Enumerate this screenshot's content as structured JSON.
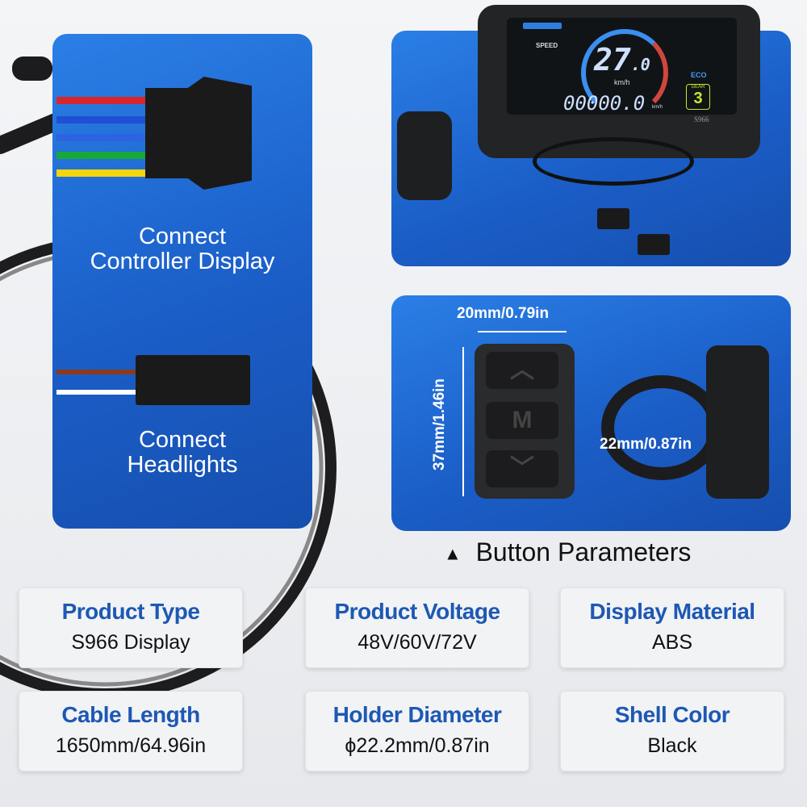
{
  "left_panel": {
    "connector1_label_line1": "Connect",
    "connector1_label_line2": "Controller Display",
    "connector2_label_line1": "Connect",
    "connector2_label_line2": "Headlights"
  },
  "display": {
    "speed_label": "SPEED",
    "speed_value": "27",
    "speed_decimal": ".0",
    "speed_unit": "km/h",
    "mode": "ECO",
    "gear_label": "GEAR",
    "gear_value": "3",
    "odometer": "00000.0",
    "odometer_unit": "km/h",
    "model": "S966"
  },
  "button_pad": {
    "width_dim": "20mm/0.79in",
    "height_dim": "37mm/1.46in",
    "clamp_dim": "22mm/0.87in",
    "m_label": "M"
  },
  "caption": {
    "icon": "triangle-up-icon",
    "text": "Button Parameters"
  },
  "specs": [
    {
      "title": "Product Type",
      "value": "S966 Display"
    },
    {
      "title": "Product Voltage",
      "value": "48V/60V/72V"
    },
    {
      "title": "Display Material",
      "value": "ABS"
    },
    {
      "title": "Cable Length",
      "value": "1650mm/64.96in"
    },
    {
      "title": "Holder Diameter",
      "value": "ϕ22.2mm/0.87in"
    },
    {
      "title": "Shell Color",
      "value": "Black"
    }
  ],
  "colors": {
    "panel_blue": "#1b5ec8",
    "title_blue": "#1d58b4"
  }
}
